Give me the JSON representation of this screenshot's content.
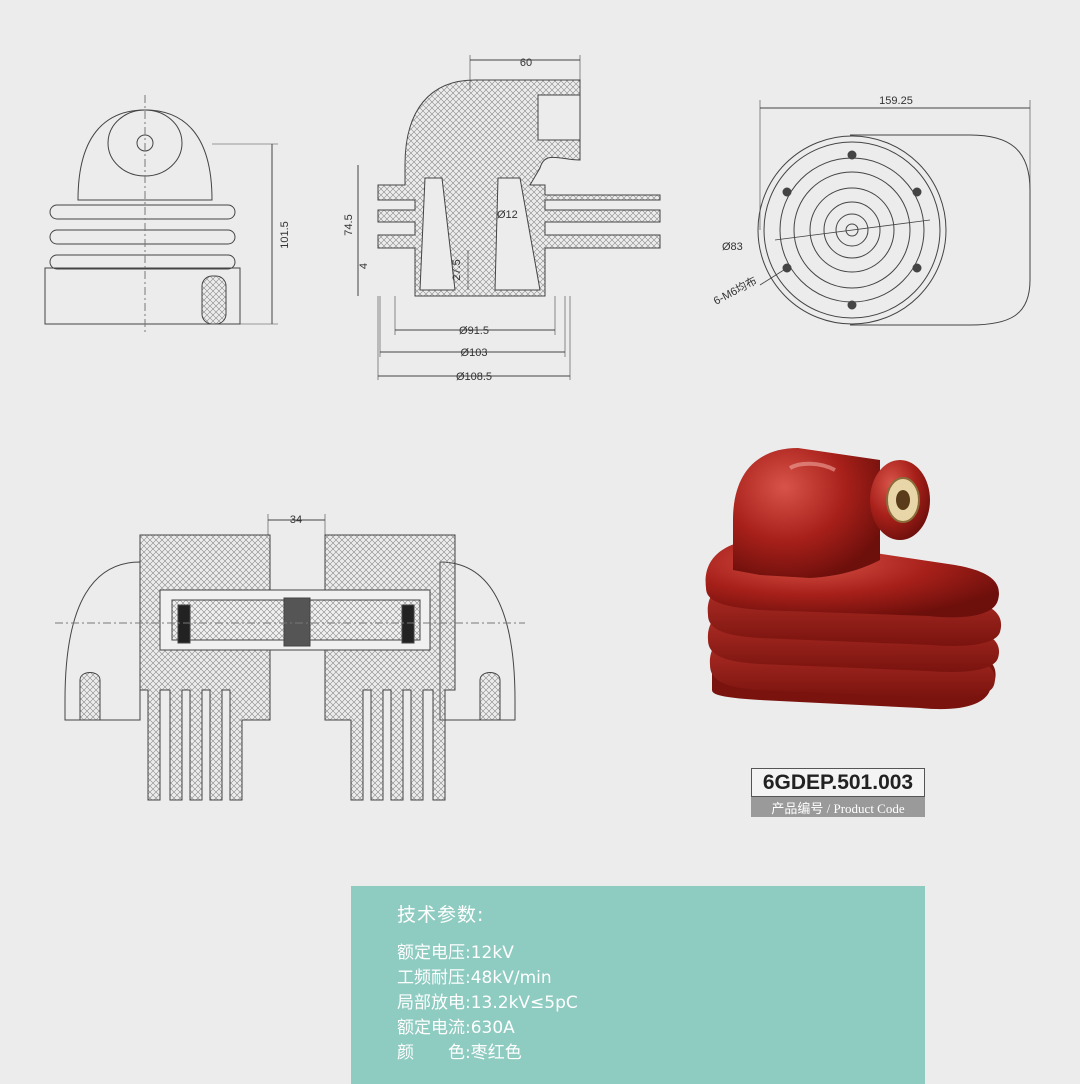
{
  "dimensions": {
    "h_101_5": "101.5",
    "d_60": "60",
    "d_74_5": "74.5",
    "d_4": "4",
    "d_27_5": "27.5",
    "d_phi12": "Ø12",
    "d_phi91_5": "Ø91.5",
    "d_phi103": "Ø103",
    "d_phi108_5": "Ø108.5",
    "d_159_25": "159.25",
    "d_phi83": "Ø83",
    "d_holes": "6-M6均布",
    "d_34": "34"
  },
  "product": {
    "code": "6GDEP.501.003",
    "code_caption": "产品编号 / Product Code"
  },
  "specs": {
    "title": "技术参数:",
    "rows": [
      {
        "label": "额定电压:",
        "value": "12kV"
      },
      {
        "label": "工频耐压:",
        "value": "48kV/min"
      },
      {
        "label": "局部放电:",
        "value": "13.2kV≤5pC"
      },
      {
        "label": "额定电流:",
        "value": "630A"
      },
      {
        "label": "颜　　色:",
        "value": "枣红色"
      }
    ]
  },
  "colors": {
    "background": "#ececec",
    "spec_panel": "#8ecbc1",
    "product_red": "#a8201a"
  }
}
